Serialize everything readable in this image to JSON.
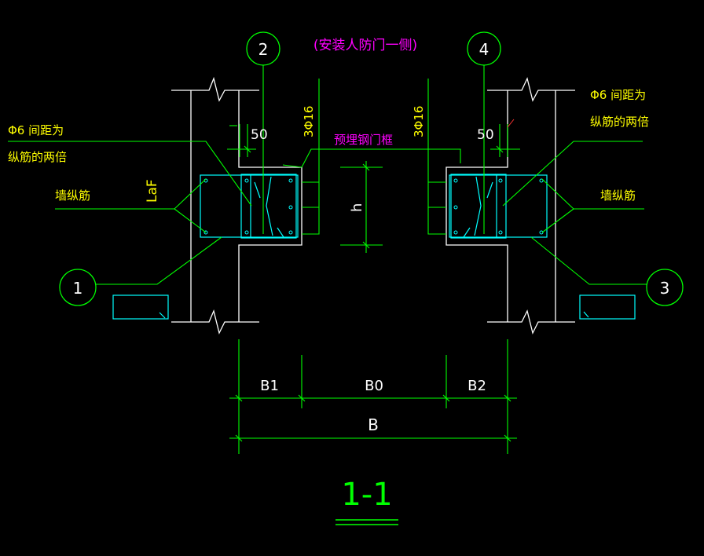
{
  "colors": {
    "background": "#000000",
    "structure": "#ffffff",
    "leader": "#00ff00",
    "rebar": "#00ffff",
    "label_yellow": "#ffff00",
    "label_magenta": "#ff00ff",
    "section_title": "#00ff00"
  },
  "header_note": "(安装人防门一侧)",
  "axes": {
    "a2": "2",
    "a4": "4",
    "a1": "1",
    "a3": "3"
  },
  "labels": {
    "left_stirrup_line1": "Φ6 间距为",
    "left_stirrup_line2": "纵筋的两倍",
    "right_stirrup_line1": "Φ6 间距为",
    "right_stirrup_line2": "纵筋的两倍",
    "left_wall_rebar": "墙纵筋",
    "right_wall_rebar": "墙纵筋",
    "left_bars": "3Φ16",
    "right_bars": "3Φ16",
    "embedded_frame": "预埋钢门框",
    "left_50": "50",
    "right_50": "50",
    "laf": "LaF",
    "h": "h"
  },
  "dimensions": {
    "b1": "B1",
    "b0": "B0",
    "b2": "B2",
    "b": "B"
  },
  "section_title": "1-1"
}
